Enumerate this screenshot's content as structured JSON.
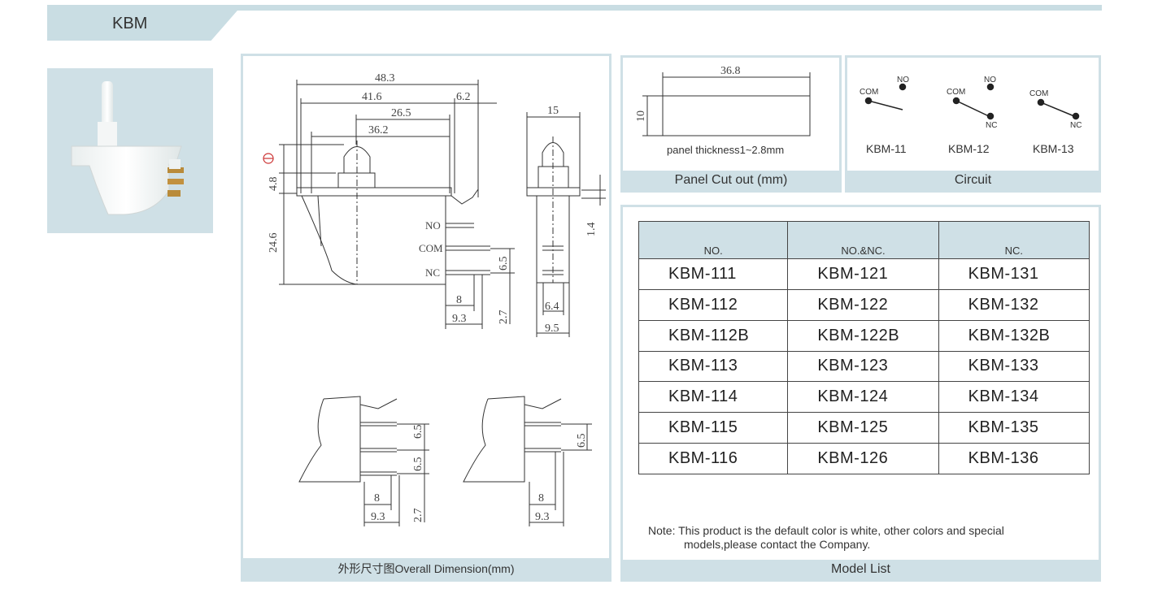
{
  "header": {
    "title": "KBM"
  },
  "dimension_panel": {
    "caption": "外形尺寸图Overall Dimension(mm)",
    "top_dims": [
      "48.3",
      "41.6",
      "6.2",
      "26.5",
      "36.2"
    ],
    "left_dims": [
      "4.8",
      "24.6"
    ],
    "terminal_labels": [
      "NO",
      "COM",
      "NC"
    ],
    "right_dims": [
      "6.5",
      "2.7"
    ],
    "bottom_dims": [
      "8",
      "9.3"
    ],
    "side_dims": {
      "width": "15",
      "height": "1.4",
      "pin_gap": "6.4",
      "base": "9.5"
    },
    "lower_left_dims": [
      "6.5",
      "6.5",
      "2.7",
      "8",
      "9.3"
    ],
    "lower_right_dims": [
      "6.5",
      "8",
      "9.3"
    ]
  },
  "panel_cutout": {
    "caption": "Panel  Cut out (mm)",
    "width": "36.8",
    "height": "10",
    "note": "panel thickness1~2.8mm"
  },
  "circuit": {
    "caption": "Circuit",
    "items": [
      {
        "name": "KBM-11",
        "com": "COM",
        "no": "NO"
      },
      {
        "name": "KBM-12",
        "com": "COM",
        "no": "NO",
        "nc": "NC"
      },
      {
        "name": "KBM-13",
        "com": "COM",
        "nc": "NC"
      }
    ]
  },
  "model_list": {
    "caption": "Model List",
    "headers": [
      "NO.",
      "NO.&NC.",
      "NC."
    ],
    "rows": [
      [
        "KBM-111",
        "KBM-121",
        "KBM-131"
      ],
      [
        "KBM-112",
        "KBM-122",
        "KBM-132"
      ],
      [
        "KBM-112B",
        "KBM-122B",
        "KBM-132B"
      ],
      [
        "KBM-113",
        "KBM-123",
        "KBM-133"
      ],
      [
        "KBM-114",
        "KBM-124",
        "KBM-134"
      ],
      [
        "KBM-115",
        "KBM-125",
        "KBM-135"
      ],
      [
        "KBM-116",
        "KBM-126",
        "KBM-136"
      ]
    ],
    "note_line1": "Note: This product is the default color is white, other colors and special",
    "note_line2": "models,please contact the Company."
  }
}
